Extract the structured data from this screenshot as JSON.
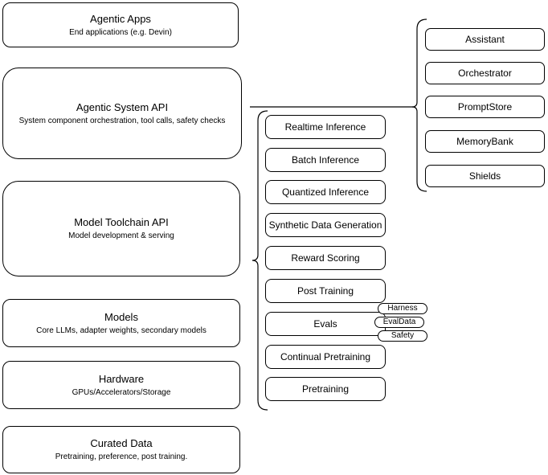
{
  "diagram": {
    "left_column": {
      "boxes": [
        {
          "title": "Agentic Apps",
          "subtitle": "End applications (e.g. Devin)"
        },
        {
          "title": "Agentic System API",
          "subtitle": "System component orchestration, tool calls, safety checks"
        },
        {
          "title": "Model Toolchain API",
          "subtitle": "Model development & serving"
        },
        {
          "title": "Models",
          "subtitle": "Core LLMs, adapter weights, secondary models"
        },
        {
          "title": "Hardware",
          "subtitle": "GPUs/Accelerators/Storage"
        },
        {
          "title": "Curated Data",
          "subtitle": "Pretraining, preference, post training."
        }
      ]
    },
    "toolchain_column": {
      "items": [
        "Realtime Inference",
        "Batch Inference",
        "Quantized Inference",
        "Synthetic Data Generation",
        "Reward Scoring",
        "Post Training",
        "Evals",
        "Continual Pretraining",
        "Pretraining"
      ],
      "evals_tags": [
        "Harness",
        "EvalData",
        "Safety"
      ]
    },
    "system_components_column": {
      "items": [
        "Assistant",
        "Orchestrator",
        "PromptStore",
        "MemoryBank",
        "Shields"
      ]
    },
    "colors": {
      "stroke": "#000000",
      "background": "#ffffff",
      "text": "#000000"
    }
  }
}
